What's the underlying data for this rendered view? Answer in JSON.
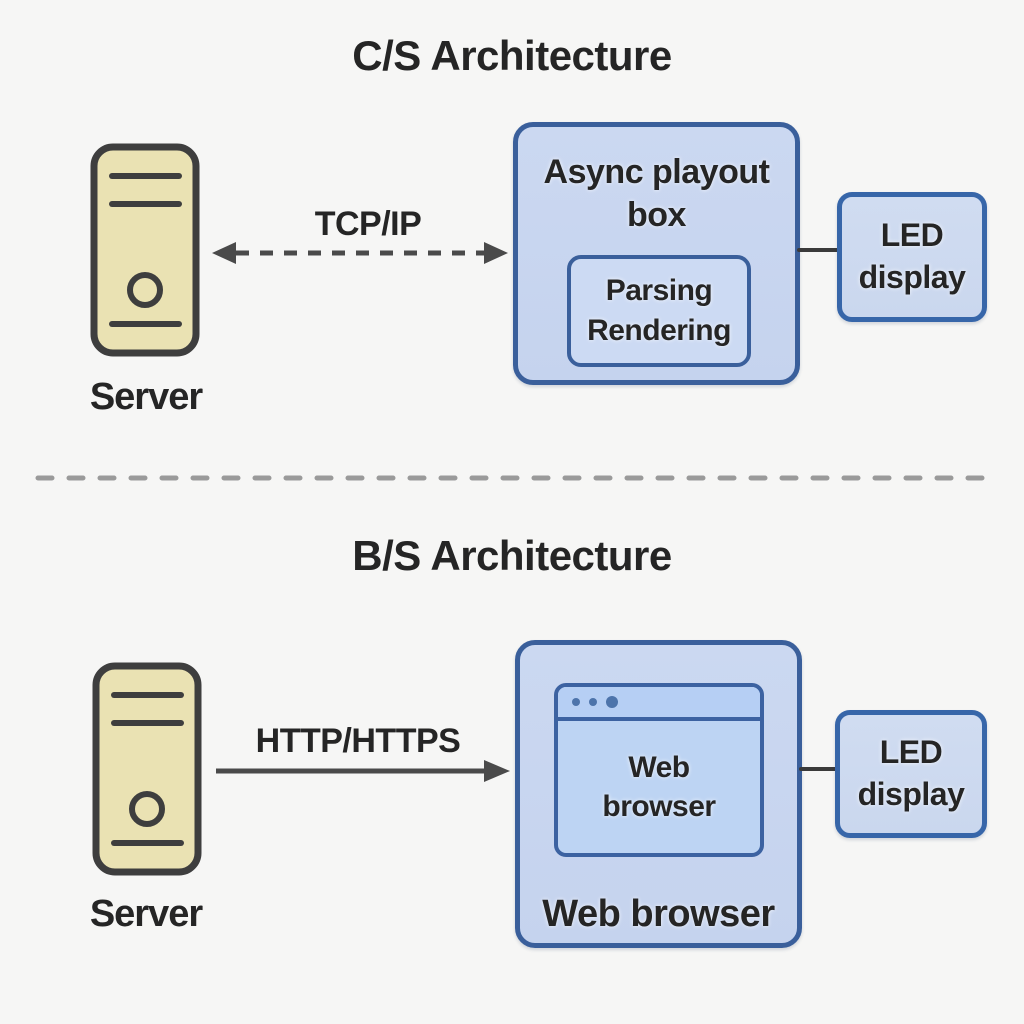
{
  "colors": {
    "background": "#f6f6f5",
    "text": "#252525",
    "server_fill": "#eae2b3",
    "server_stroke": "#3e3e3e",
    "panel_fill": "#c8d5ef",
    "panel_border": "#3a5f9b",
    "inner_box_fill": "#ccdaf3",
    "led_fill": "#cdd9ef",
    "led_border": "#3766a9",
    "browser_titlebar_fill": "#b6cff4",
    "browser_body_fill": "#bdd4f3",
    "browser_border": "#3c62a1",
    "browser_dot": "#4d74ab",
    "arrow": "#4a4a4a",
    "divider": "#9a9a9a"
  },
  "cs_section": {
    "title": "C/S Architecture",
    "server_label": "Server",
    "protocol_label": "TCP/IP",
    "playout_box_title_line1": "Async playout",
    "playout_box_title_line2": "box",
    "inner_box_line1": "Parsing",
    "inner_box_line2": "Rendering",
    "led_line1": "LED",
    "led_line2": "display"
  },
  "bs_section": {
    "title": "B/S Architecture",
    "server_label": "Server",
    "protocol_label": "HTTP/HTTPS",
    "browser_window_line1": "Web",
    "browser_window_line2": "browser",
    "browser_box_label": "Web browser",
    "led_line1": "LED",
    "led_line2": "display"
  }
}
